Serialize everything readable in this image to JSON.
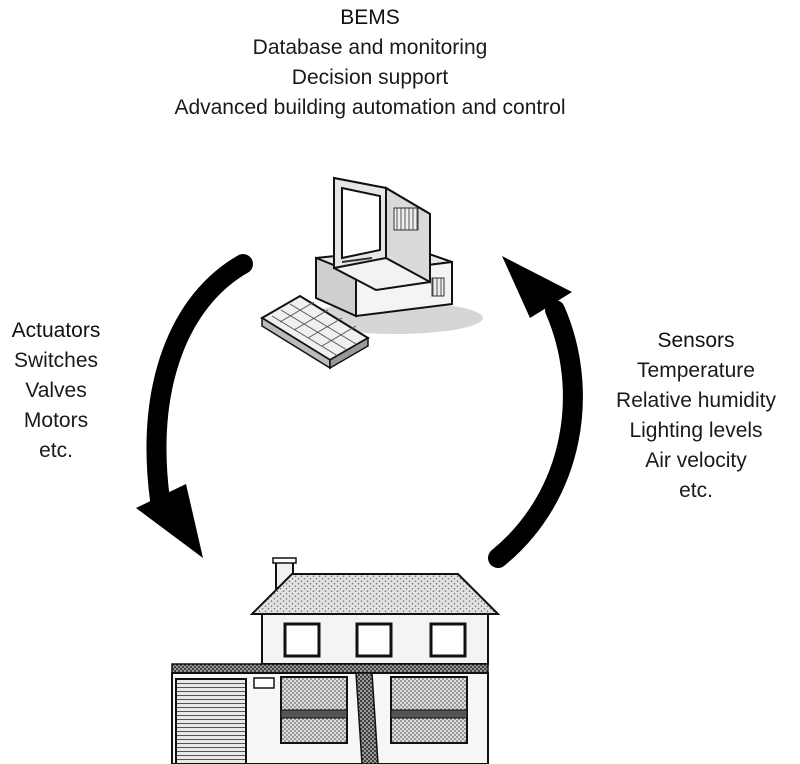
{
  "bems": {
    "title": "BEMS",
    "lines": [
      "Database and monitoring",
      "Decision support",
      "Advanced building automation and control"
    ]
  },
  "actuators": {
    "title": "Actuators",
    "lines": [
      "Switches",
      "Valves",
      "Motors",
      "etc."
    ]
  },
  "sensors": {
    "title": "Sensors",
    "lines": [
      "Temperature",
      "Relative humidity",
      "Lighting levels",
      "Air velocity",
      "etc."
    ]
  },
  "icons": [
    "computer-icon",
    "keyboard-icon",
    "house-icon",
    "cycle-arrow-left-icon",
    "cycle-arrow-right-icon"
  ]
}
